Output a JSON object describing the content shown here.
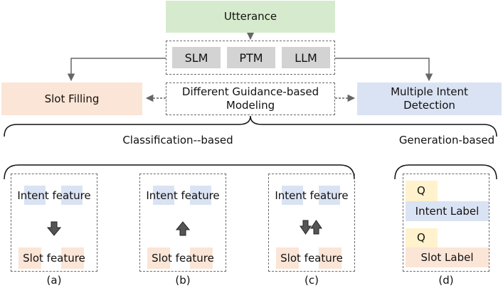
{
  "top": {
    "utterance": "Utterance",
    "models": [
      "SLM",
      "PTM",
      "LLM"
    ]
  },
  "middle": {
    "slot_filling": "Slot Filling",
    "guidance_line1": "Different Guidance-based",
    "guidance_line2": "Modeling",
    "intent_line1": "Multiple Intent",
    "intent_line2": "Detection"
  },
  "categories": {
    "classification": "Classification--based",
    "generation": "Generation-based"
  },
  "panels": [
    {
      "intent": "Intent feature",
      "slot": "Slot feature",
      "caption": "(a)",
      "direction": "down"
    },
    {
      "intent": "Intent feature",
      "slot": "Slot feature",
      "caption": "(b)",
      "direction": "up"
    },
    {
      "intent": "Intent feature",
      "slot": "Slot feature",
      "caption": "(c)",
      "direction": "both"
    }
  ],
  "generation_panel": {
    "q1": "Q",
    "intent_label": "Intent Label",
    "q2": "Q",
    "slot_label": "Slot Label",
    "caption": "(d)"
  },
  "colors": {
    "utterance": "#d6ebcd",
    "slot": "#fbe5d6",
    "intent": "#dae3f3",
    "q": "#fff2cc",
    "chip": "#d3d3d3",
    "arrow": "#555555"
  }
}
